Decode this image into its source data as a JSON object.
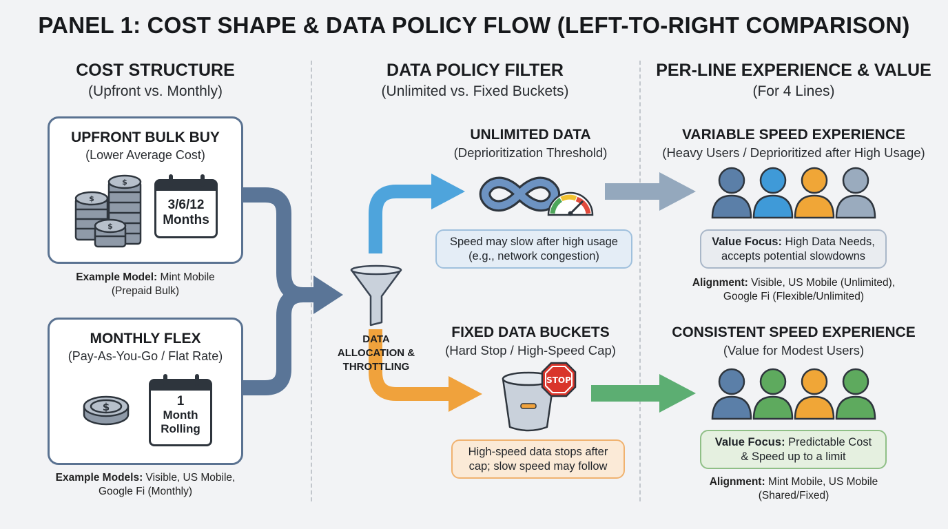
{
  "title": "PANEL 1: COST SHAPE & DATA POLICY FLOW (LEFT-TO-RIGHT COMPARISON)",
  "columns": [
    {
      "heading": "COST STRUCTURE",
      "subheading": "(Upfront vs. Monthly)"
    },
    {
      "heading": "DATA POLICY FILTER",
      "subheading": "(Unlimited vs. Fixed Buckets)"
    },
    {
      "heading": "PER-LINE EXPERIENCE & VALUE",
      "subheading": "(For 4 Lines)"
    }
  ],
  "cost": {
    "upfront": {
      "heading": "UPFRONT BULK BUY",
      "subheading": "(Lower Average Cost)",
      "calendar_line1": "3/6/12",
      "calendar_line2": "Months",
      "caption_label": "Example Model:",
      "caption_value": " Mint Mobile",
      "caption_line2": "(Prepaid Bulk)"
    },
    "monthly": {
      "heading": "MONTHLY FLEX",
      "subheading": "(Pay-As-You-Go / Flat Rate)",
      "calendar_line1": "1",
      "calendar_line2": "Month",
      "calendar_line3": "Rolling",
      "caption_label": "Example Models:",
      "caption_value": " Visible, US Mobile,",
      "caption_line2": "Google Fi (Monthly)"
    }
  },
  "filter": {
    "label_line1": "DATA",
    "label_line2": "ALLOCATION &",
    "label_line3": "THROTTLING",
    "unlimited": {
      "heading": "UNLIMITED DATA",
      "subheading": "(Deprioritization Threshold)",
      "note_line1": "Speed may slow after high usage",
      "note_line2": "(e.g., network congestion)"
    },
    "fixed": {
      "heading": "FIXED DATA BUCKETS",
      "subheading": "(Hard Stop / High-Speed Cap)",
      "stop_sign": "STOP",
      "note_line1": "High-speed data stops after",
      "note_line2": "cap; slow speed may follow"
    }
  },
  "experience": {
    "variable": {
      "heading": "VARIABLE SPEED EXPERIENCE",
      "subheading": "(Heavy Users / Deprioritized after High Usage)",
      "value_label": "Value Focus:",
      "value_text": " High Data Needs,",
      "value_line2": "accepts potential slowdowns",
      "align_label": "Alignment:",
      "align_text": " Visible, US Mobile (Unlimited),",
      "align_line2": "Google Fi (Flexible/Unlimited)",
      "people_colors": [
        "#5b7fa8",
        "#3f9ad8",
        "#f0a637",
        "#9aabbe"
      ]
    },
    "consistent": {
      "heading": "CONSISTENT SPEED EXPERIENCE",
      "subheading": "(Value for Modest Users)",
      "value_label": "Value Focus:",
      "value_text": " Predictable Cost",
      "value_line2": "& Speed up to a limit",
      "align_label": "Alignment:",
      "align_text": " Mint Mobile, US Mobile",
      "align_line2": "(Shared/Fixed)",
      "people_colors": [
        "#5b7fa8",
        "#5eaa5e",
        "#f0a637",
        "#5eaa5e"
      ]
    }
  },
  "colors": {
    "flow_slate": "#5a7597",
    "flow_blue": "#4ea4dc",
    "flow_orange": "#f0a23c",
    "flow_gray": "#94a8bd",
    "flow_green": "#5cae72"
  }
}
